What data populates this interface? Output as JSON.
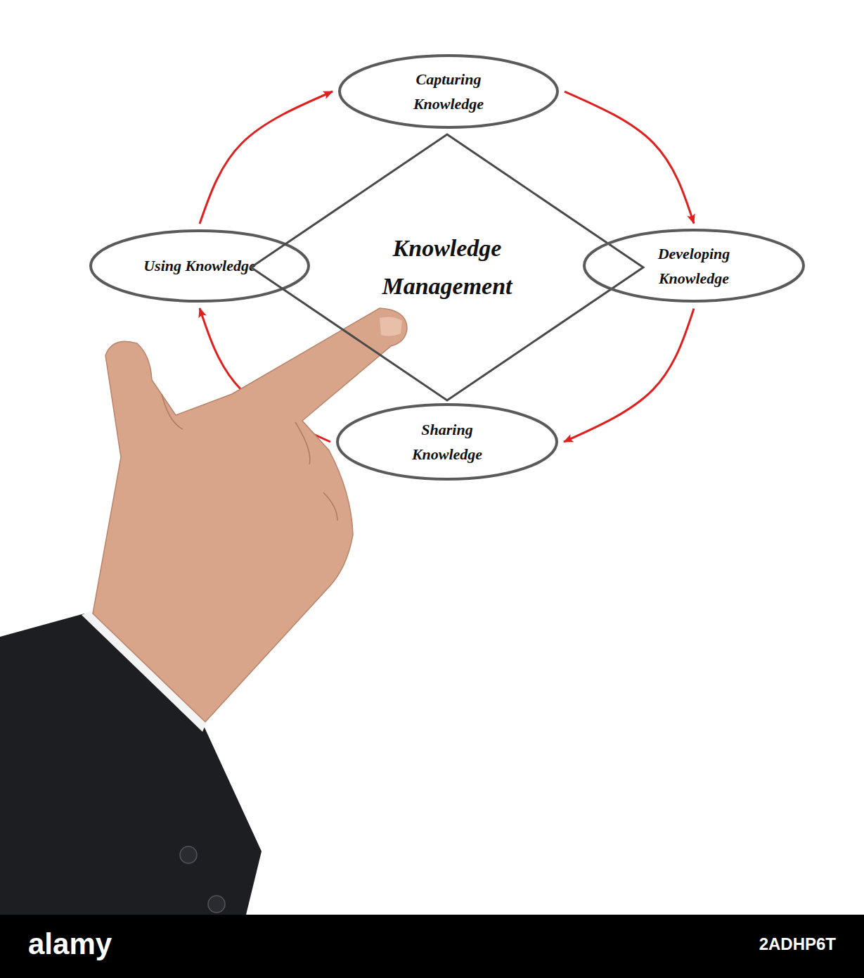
{
  "diagram": {
    "nodes": [
      {
        "text": [
          "Capturing Knowledge"
        ]
      },
      {
        "text": [
          "Using Knowledge"
        ]
      },
      {
        "text": [
          "Knowledge Management"
        ]
      },
      {
        "text": [
          "Developing Knowledge"
        ]
      },
      {
        "text": [
          "Sharing Knowledge"
        ]
      }
    ],
    "edges": [
      {
        "from": 0,
        "to": 3,
        "arrow": "to"
      },
      {
        "from": 3,
        "to": 4,
        "arrow": "to"
      },
      {
        "from": 4,
        "to": 1,
        "arrow": "to"
      },
      {
        "from": 1,
        "to": 0,
        "arrow": "to"
      }
    ],
    "labels": [
      "alamy",
      "2ADHP6T"
    ]
  }
}
